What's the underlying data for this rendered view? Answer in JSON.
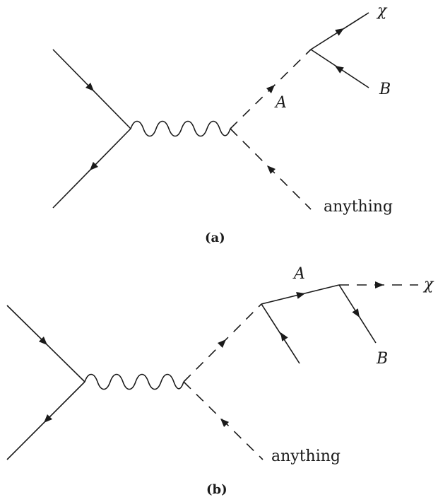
{
  "diagram_a": {
    "label_chi": "χ",
    "label_B": "B",
    "label_A": "A",
    "label_anything": "anything",
    "caption": "(a)"
  },
  "diagram_b": {
    "label_A": "A",
    "label_chi": "χ",
    "label_B": "B",
    "label_anything": "anything",
    "caption": "(b)"
  }
}
